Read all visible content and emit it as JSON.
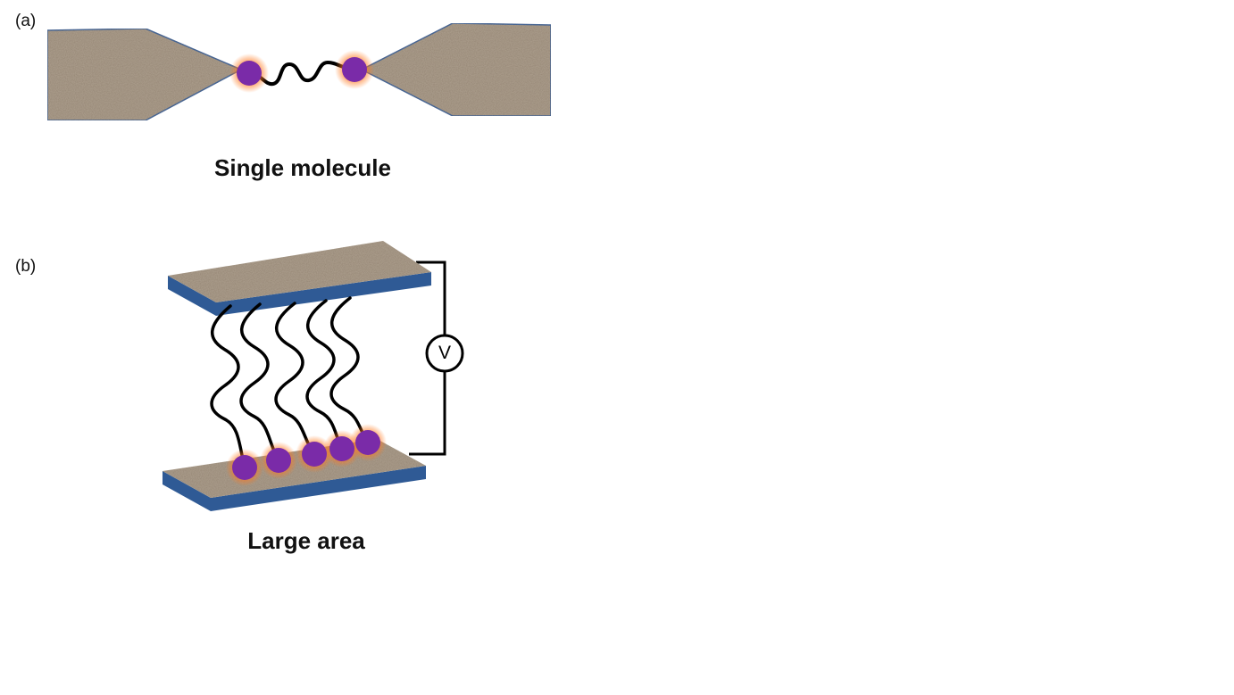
{
  "panels": {
    "a": {
      "label": "(a)",
      "caption": "Single molecule"
    },
    "b": {
      "label": "(b)",
      "caption": "Large area",
      "meter_symbol": "V"
    }
  },
  "colors": {
    "electrode_surface": "#a89a89",
    "electrode_edge": "#4a6a9a",
    "slab_side": "#2f5a95",
    "anchor_atom": "#7a2ba8",
    "anchor_glow": "#ff7a20",
    "wire": "#000000"
  }
}
